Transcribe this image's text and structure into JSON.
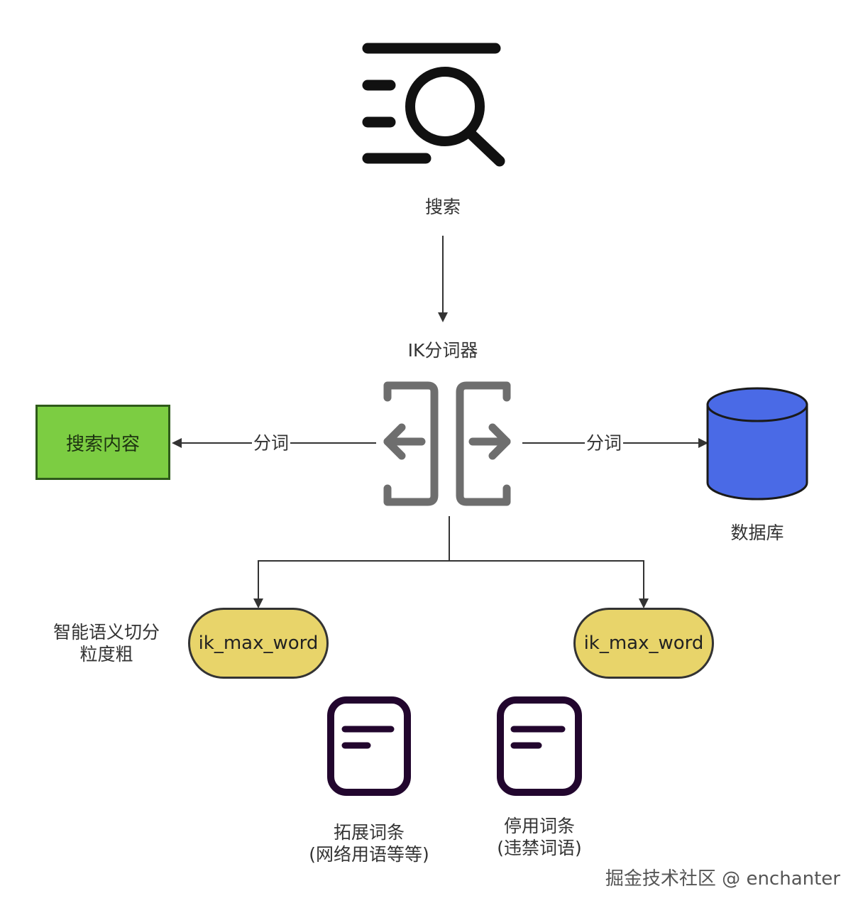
{
  "nodes": {
    "search": {
      "label": "搜索"
    },
    "tokenizer": {
      "label": "IK分词器"
    },
    "search_content": {
      "label": "搜索内容"
    },
    "database": {
      "label": "数据库"
    },
    "ik_left": {
      "label": "ik_max_word"
    },
    "ik_right": {
      "label": "ik_max_word"
    },
    "ext_dict": {
      "line1": "拓展词条",
      "line2": "(网络用语等等)"
    },
    "stop_dict": {
      "line1": "停用词条",
      "line2": "(违禁词语)"
    }
  },
  "annotations": {
    "smart_split_line1": "智能语义切分",
    "smart_split_line2": "粒度粗"
  },
  "edges": {
    "left_label": "分词",
    "right_label": "分词"
  },
  "watermark": "掘金技术社区 @ enchanter",
  "colors": {
    "green_box": "#7ccd42",
    "database_fill": "#4a6ae6",
    "pill_fill": "#e8d46a",
    "tokenizer_icon": "#6e6e6e",
    "doc_icon": "#22062e"
  },
  "icons": {
    "search": "search-list-icon",
    "tokenizer": "split-arrows-icon",
    "database": "database-cylinder-icon",
    "ext_dict": "document-icon",
    "stop_dict": "document-icon"
  }
}
